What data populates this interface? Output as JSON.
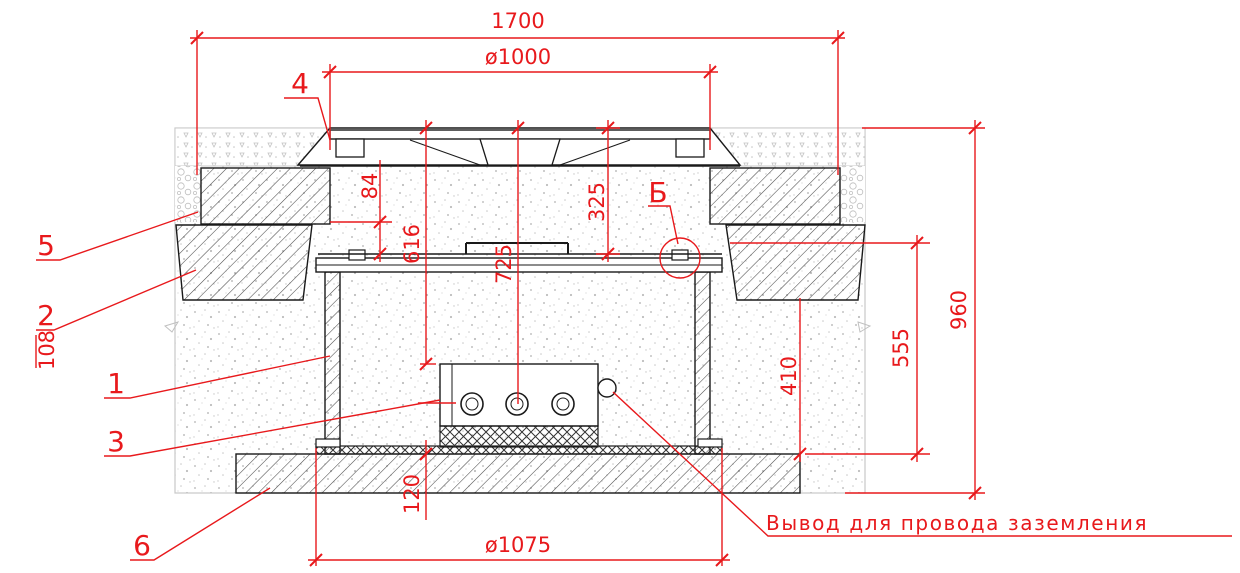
{
  "dimensions": {
    "top_width": "1700",
    "cover_diameter": "ø1000",
    "chamber_diameter": "ø1075",
    "total_height": "960",
    "ring_height": "84",
    "depth_to_cover": "325",
    "depth_616": "616",
    "depth_725": "725",
    "chamber_height": "555",
    "slab_to_base": "410",
    "base_thickness": "120"
  },
  "callouts": {
    "c1": "1",
    "c2": "2",
    "c3": "3",
    "c4": "4",
    "c5": "5",
    "c6": "6",
    "c2_note": "108",
    "detail": "Б"
  },
  "note": "Вывод для провода заземления",
  "colors": {
    "dimension": "#e8191c",
    "outline": "#1a1a1a",
    "concrete": "#b5b5b5",
    "hatch": "#4a4a4a"
  }
}
